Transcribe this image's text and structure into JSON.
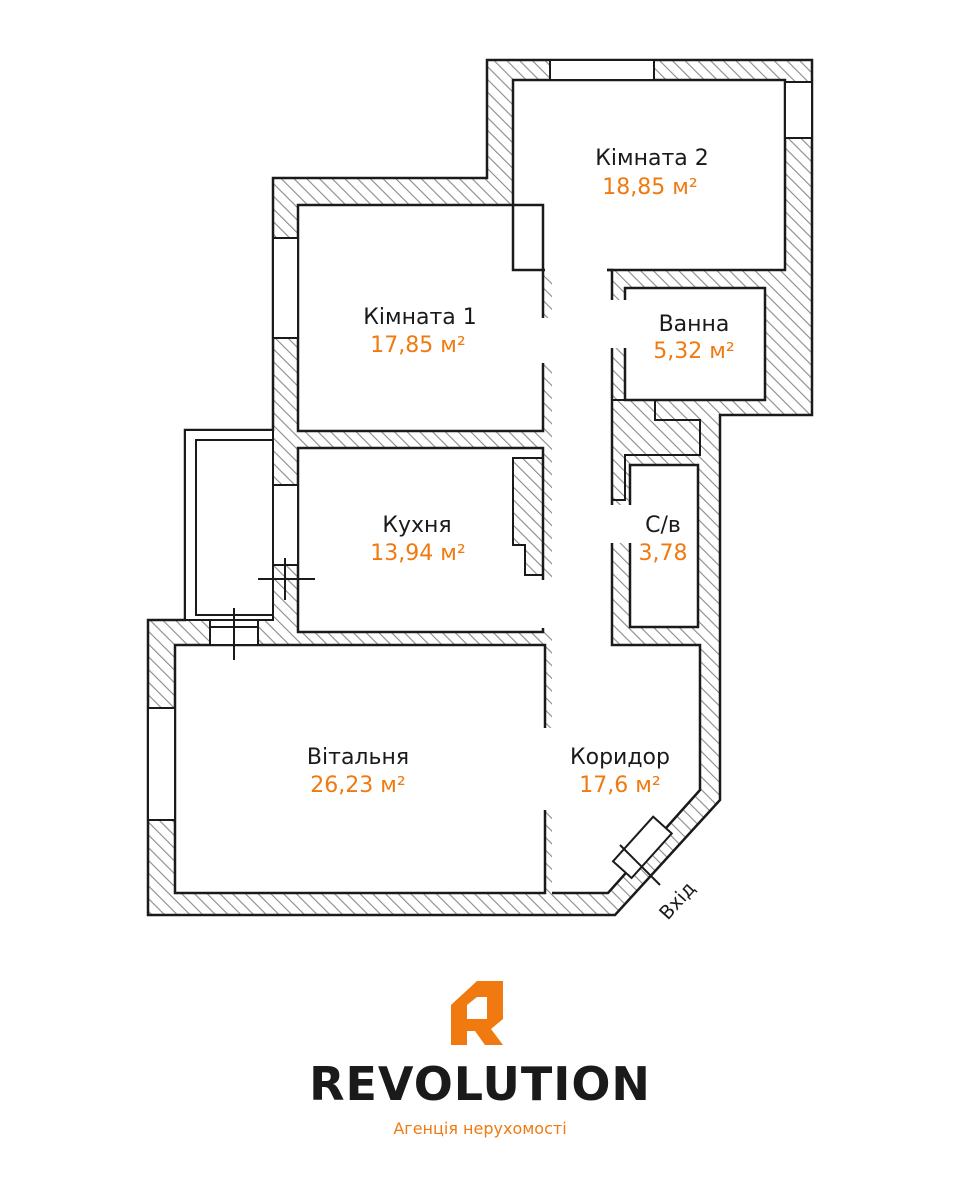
{
  "colors": {
    "accent": "#f07a10",
    "wall_stroke": "#1a1a1a",
    "hatch": "#8a8a8a",
    "text": "#1a1a1a"
  },
  "rooms": [
    {
      "name": "Кімната 2",
      "area": "18,85 м²"
    },
    {
      "name": "Кімната 1",
      "area": "17,85 м²"
    },
    {
      "name": "Ванна",
      "area": "5,32 м²"
    },
    {
      "name": "Кухня",
      "area": "13,94 м²"
    },
    {
      "name": "С/в",
      "area": "3,78"
    },
    {
      "name": "Вітальня",
      "area": "26,23 м²"
    },
    {
      "name": "Коридор",
      "area": "17,6 м²"
    }
  ],
  "entrance_label": "Вхід",
  "brand": {
    "name": "REVOLUTION",
    "tagline": "Агенція нерухомості",
    "logo_icon": "house-door-icon"
  }
}
